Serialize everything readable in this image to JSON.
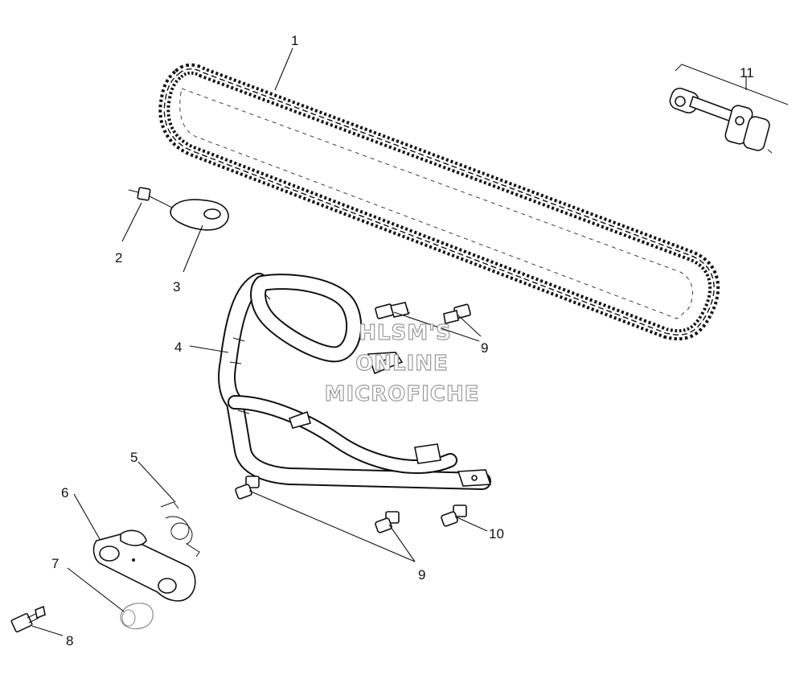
{
  "watermark": {
    "line1": "HLSM'S",
    "line2": "ONLINE",
    "line3": "MICROFICHE"
  },
  "callouts": {
    "c1": "1",
    "c2": "2",
    "c3": "3",
    "c4": "4",
    "c5": "5",
    "c6": "6",
    "c7": "7",
    "c8": "8",
    "c9a": "9",
    "c9b": "9",
    "c10": "10",
    "c11": "11"
  }
}
